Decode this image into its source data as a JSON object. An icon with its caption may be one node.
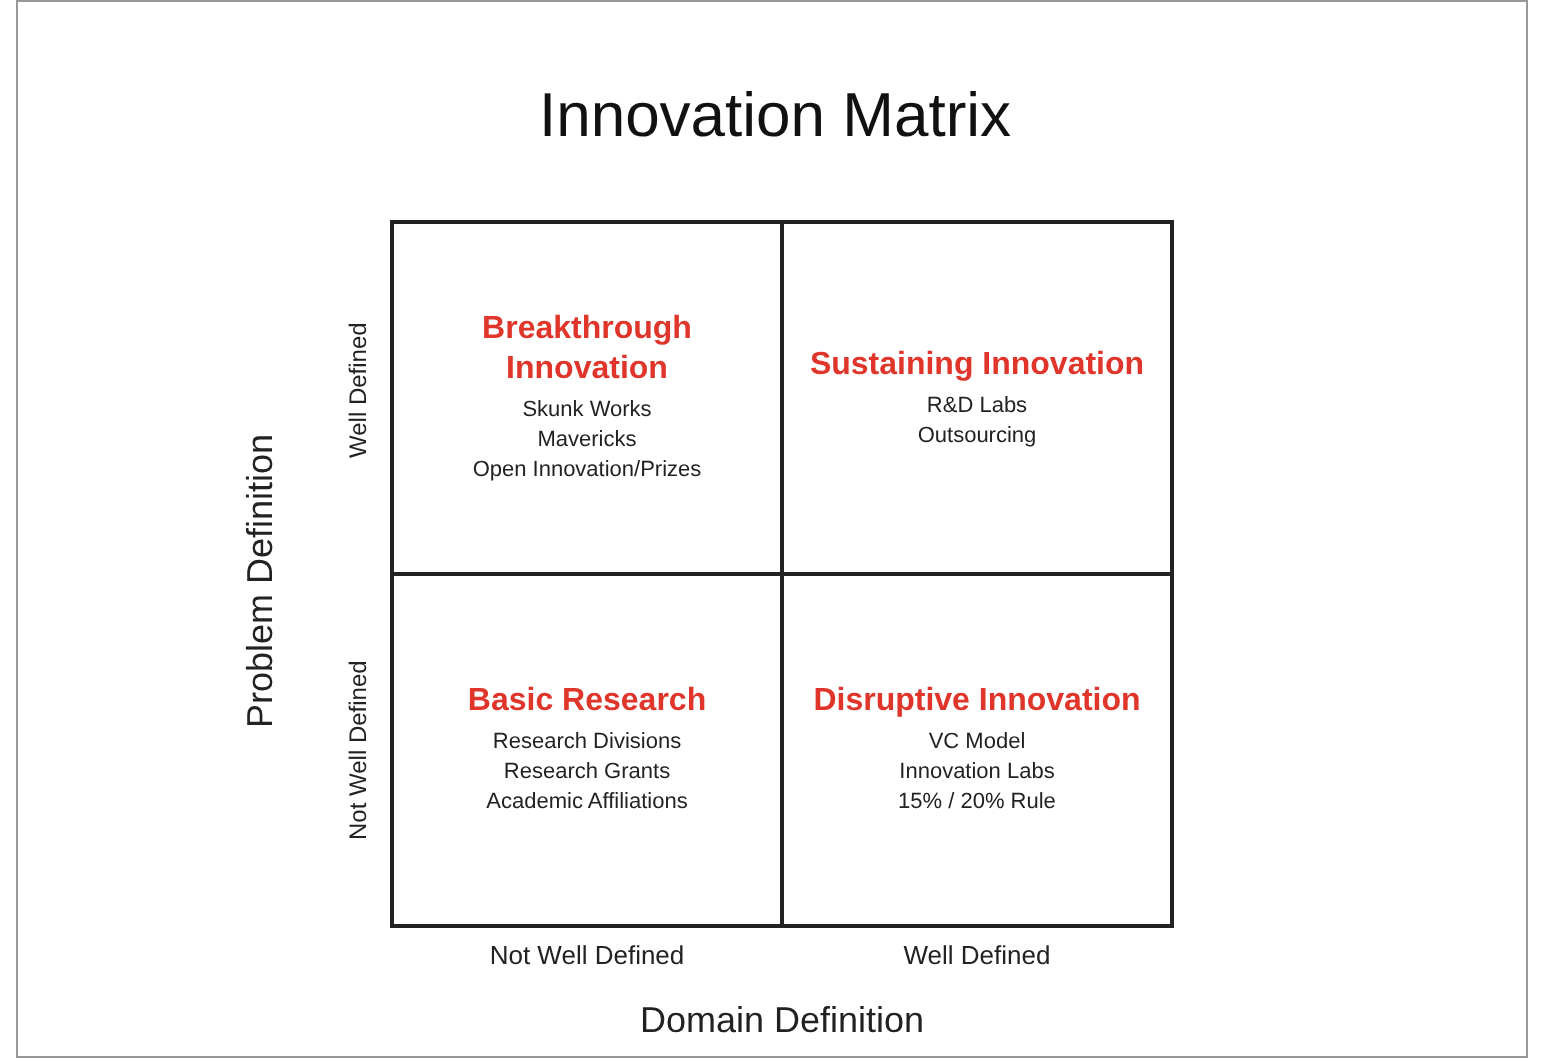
{
  "diagram": {
    "title": "Innovation Matrix",
    "nodes": [
      {
        "text": [
          "Breakthrough Innovation",
          "Skunk Works",
          "Mavericks",
          "Open Innovation/Prizes"
        ]
      },
      {
        "text": [
          "Sustaining Innovation",
          "R&D Labs",
          "Outsourcing"
        ]
      },
      {
        "text": [
          "Basic Research",
          "Research Divisions",
          "Research Grants",
          "Academic Affiliations"
        ]
      },
      {
        "text": [
          "Disruptive Innovation",
          "VC Model",
          "Innovation Labs",
          "15% / 20% Rule"
        ]
      }
    ],
    "edges": [],
    "labels": [
      "Problem Definition",
      "Well Defined",
      "Not Well Defined",
      "Not Well Defined",
      "Well Defined",
      "Domain Definition"
    ]
  }
}
